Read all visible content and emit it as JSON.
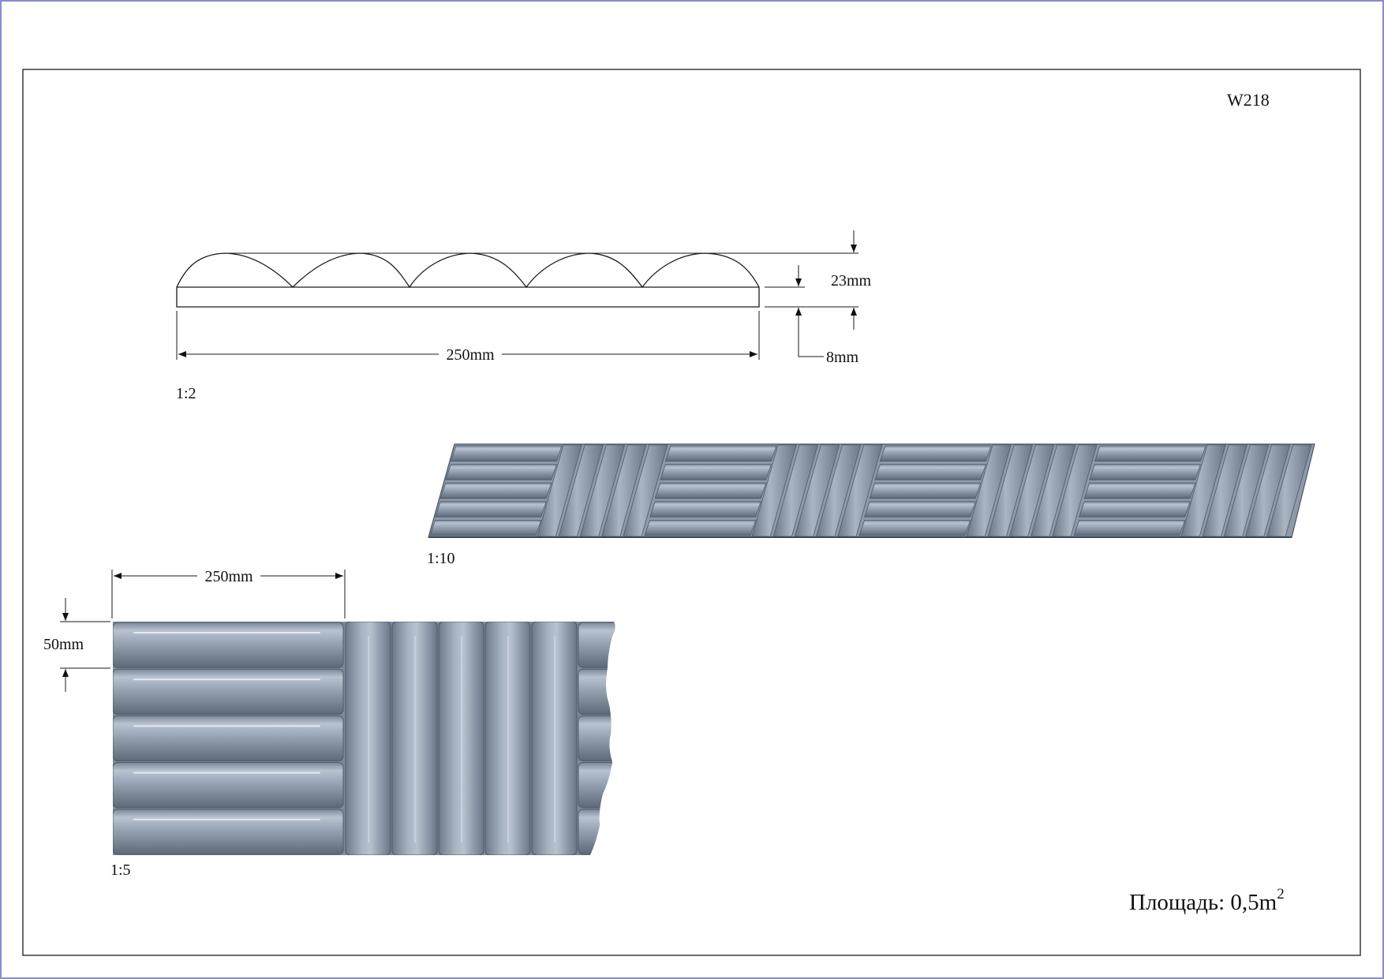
{
  "sheet": {
    "code": "W218",
    "area_label": "Площадь: 0,5m",
    "area_exponent": "2"
  },
  "profile_view": {
    "scale": "1:2",
    "length_label": "250mm",
    "height_label": "23mm",
    "base_label": "8mm"
  },
  "strip_view": {
    "scale": "1:10"
  },
  "tile_view": {
    "scale": "1:5",
    "width_label": "250mm",
    "rib_label": "50mm"
  },
  "colors": {
    "panel_fill": "#8e9aab",
    "panel_light": "#b6c1cf",
    "panel_dark": "#5f6b7b",
    "line": "#1a1a1a",
    "frame": "#3a3a3a",
    "outer_border": "#8a8ad0"
  }
}
